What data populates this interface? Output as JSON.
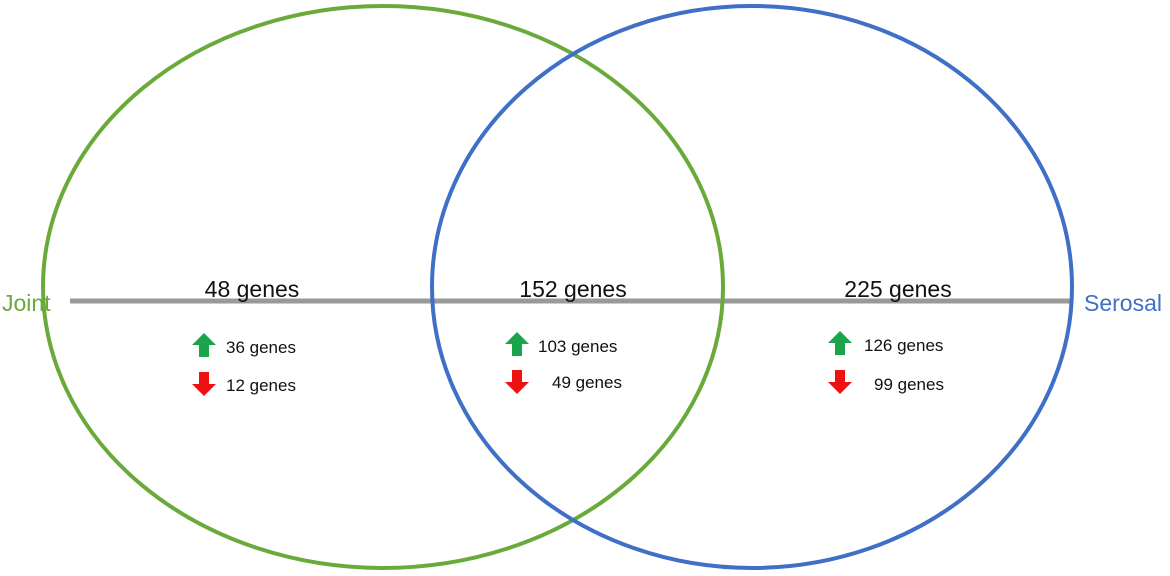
{
  "sets": {
    "left": {
      "label": "Joint",
      "color": "#6aaa3a"
    },
    "right": {
      "label": "Serosal",
      "color": "#3f6fc6"
    }
  },
  "colors": {
    "divider": "#999999",
    "up_arrow": "#1aa54a",
    "down_arrow": "#ee1111"
  },
  "icons": {
    "up": "arrow-up-icon",
    "down": "arrow-down-icon"
  },
  "regions": {
    "joint_only": {
      "total": "48 genes",
      "up": "36 genes",
      "down": "12 genes"
    },
    "shared": {
      "total": "152 genes",
      "up": "103 genes",
      "down": "49 genes"
    },
    "serosal_only": {
      "total": "225 genes",
      "up": "126 genes",
      "down": "99 genes"
    }
  }
}
